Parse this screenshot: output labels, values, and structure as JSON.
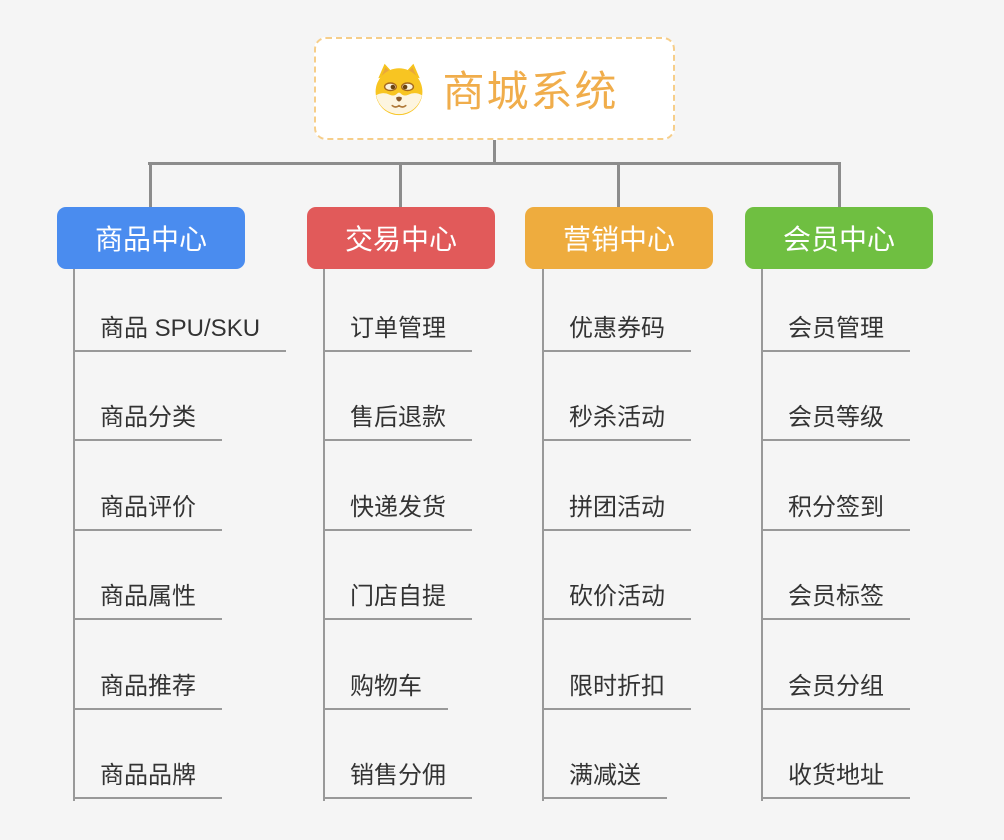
{
  "root": {
    "label": "商城系统",
    "icon": "shiba-dog-icon",
    "text_color": "#F0AD4B",
    "border_color": "#F6CE8A"
  },
  "branches": [
    {
      "label": "商品中心",
      "color": "#4A8CEF",
      "children": [
        "商品 SPU/SKU",
        "商品分类",
        "商品评价",
        "商品属性",
        "商品推荐",
        "商品品牌"
      ]
    },
    {
      "label": "交易中心",
      "color": "#E15A5A",
      "children": [
        "订单管理",
        "售后退款",
        "快递发货",
        "门店自提",
        "购物车",
        "销售分佣"
      ]
    },
    {
      "label": "营销中心",
      "color": "#EEAC3E",
      "children": [
        "优惠券码",
        "秒杀活动",
        "拼团活动",
        "砍价活动",
        "限时折扣",
        "满减送"
      ]
    },
    {
      "label": "会员中心",
      "color": "#6FBF41",
      "children": [
        "会员管理",
        "会员等级",
        "积分签到",
        "会员标签",
        "会员分组",
        "收货地址"
      ]
    }
  ],
  "colors": {
    "background": "#F5F5F5",
    "connector": "#8C8C8C",
    "leaf_line": "#999999",
    "leaf_text": "#333333",
    "node_text": "#FFFFFF"
  }
}
